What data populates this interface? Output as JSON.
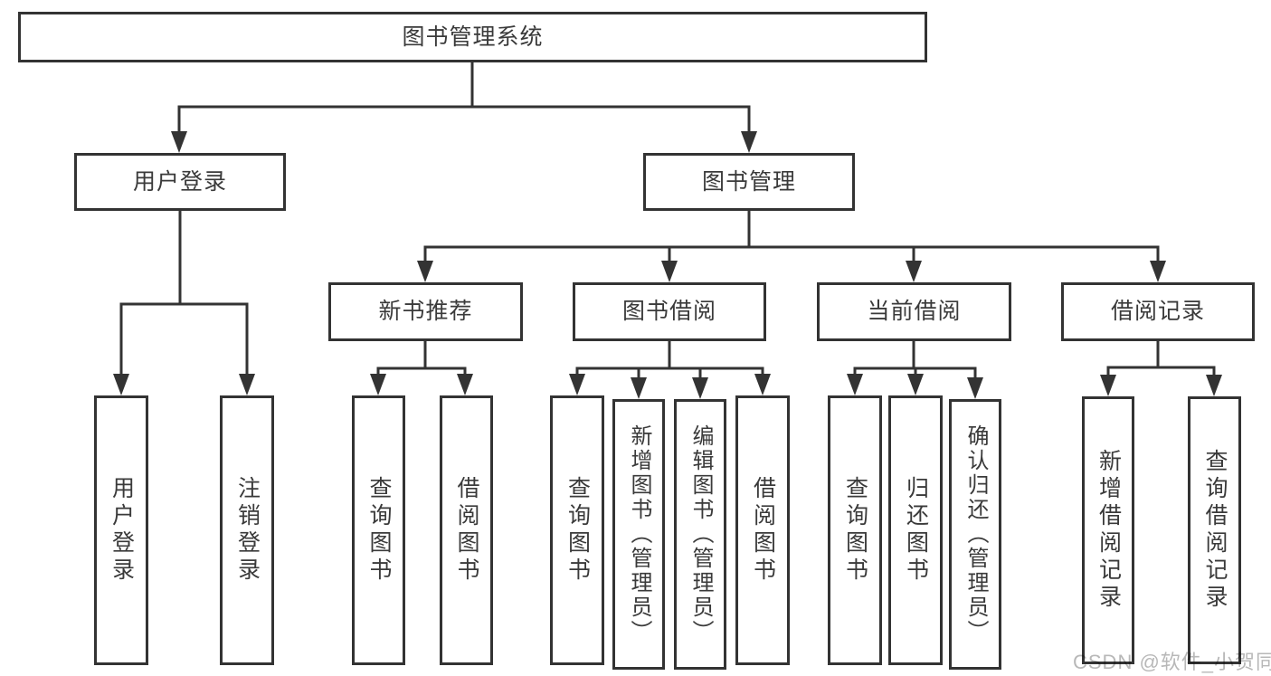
{
  "nodes": {
    "root": "图书管理系统",
    "user_login": "用户登录",
    "book_management": "图书管理",
    "new_book_recommend": "新书推荐",
    "book_borrow": "图书借阅",
    "current_borrow": "当前借阅",
    "borrow_records": "借阅记录",
    "leaf_user_login": "用户登录",
    "leaf_logout_login": "注销登录",
    "leaf_query_books_rec": "查询图书",
    "leaf_borrow_books_rec": "借阅图书",
    "leaf_query_books_borrow": "查询图书",
    "leaf_add_books_admin": "新增图书（管理员）",
    "leaf_edit_books_admin": "编辑图书（管理员）",
    "leaf_borrow_books_borrow": "借阅图书",
    "leaf_query_books_current": "查询图书",
    "leaf_return_books": "归还图书",
    "leaf_confirm_return_admin": "确认归还（管理员）",
    "leaf_add_borrow_record": "新增借阅记录",
    "leaf_query_borrow_record": "查询借阅记录"
  },
  "watermark": "CSDN @软件_小贺同学",
  "colors": {
    "line": "#333333",
    "box_border": "#333333",
    "box_fill": "#ffffff",
    "text": "#3a3a3a",
    "watermark": "#b8b8b8",
    "background": "#ffffff"
  }
}
